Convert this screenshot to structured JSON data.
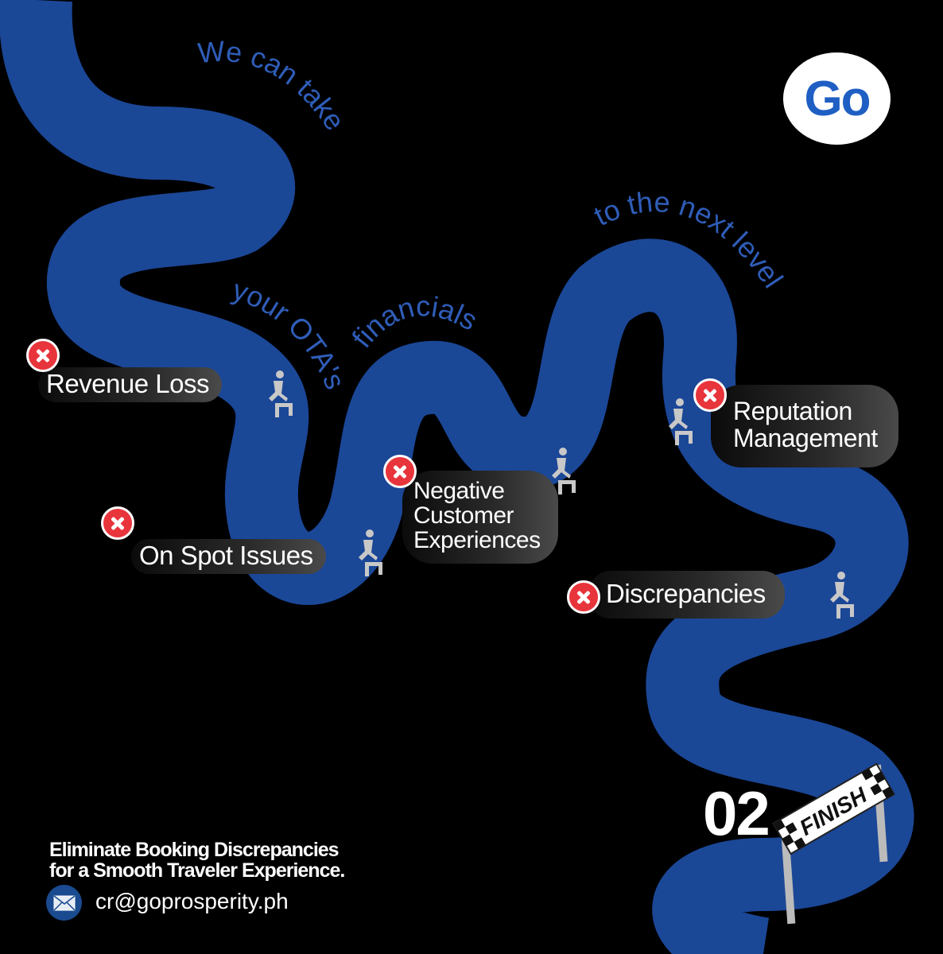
{
  "brand": {
    "logo_text": "Go",
    "road_color": "#1b4797",
    "accent_red": "#e8343b"
  },
  "curved_text": {
    "line1": "We can take",
    "line2": "your OTA's",
    "line3": "financials",
    "line4": "to the next level"
  },
  "obstacles": [
    {
      "label": "Revenue Loss"
    },
    {
      "label": "On Spot Issues"
    },
    {
      "label_lines": [
        "Negative",
        "Customer",
        "Experiences"
      ]
    },
    {
      "label_lines": [
        "Reputation",
        "Management"
      ]
    },
    {
      "label": "Discrepancies"
    }
  ],
  "step_number": "02",
  "finish_banner": "FINISH",
  "footer": {
    "tagline_line1": "Eliminate Booking Discrepancies",
    "tagline_line2": "for a Smooth Traveler Experience.",
    "email": "cr@goprosperity.ph"
  }
}
